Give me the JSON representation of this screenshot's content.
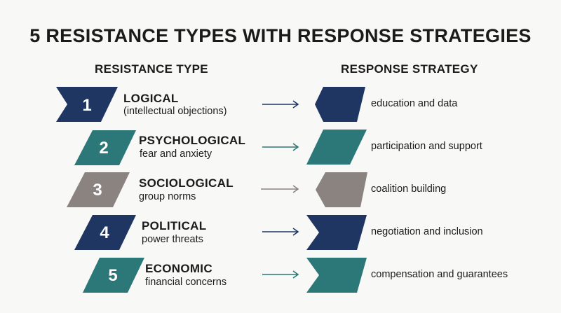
{
  "title": "5 RESISTANCE TYPES WITH RESPONSE STRATEGIES",
  "headers": {
    "left": "RESISTANCE TYPE",
    "right": "RESPONSE STRATEGY"
  },
  "colors": {
    "navy": "#1f3662",
    "teal": "#2c7777",
    "gray": "#8a8380"
  },
  "rows": [
    {
      "number": "1",
      "type": "LOGICAL",
      "subtitle": "(intellectual objections)",
      "strategy": "education and data",
      "color": "#1f3662"
    },
    {
      "number": "2",
      "type": "PSYCHOLOGICAL",
      "subtitle": "fear and anxiety",
      "strategy": "participation and support",
      "color": "#2c7777"
    },
    {
      "number": "3",
      "type": "SOCIOLOGICAL",
      "subtitle": "group norms",
      "strategy": "coalition building",
      "color": "#8a8380"
    },
    {
      "number": "4",
      "type": "POLITICAL",
      "subtitle": "power threats",
      "strategy": "negotiation and inclusion",
      "color": "#1f3662"
    },
    {
      "number": "5",
      "type": "ECONOMIC",
      "subtitle": "financial concerns",
      "strategy": "compensation and guarantees",
      "color": "#2c7777"
    }
  ]
}
